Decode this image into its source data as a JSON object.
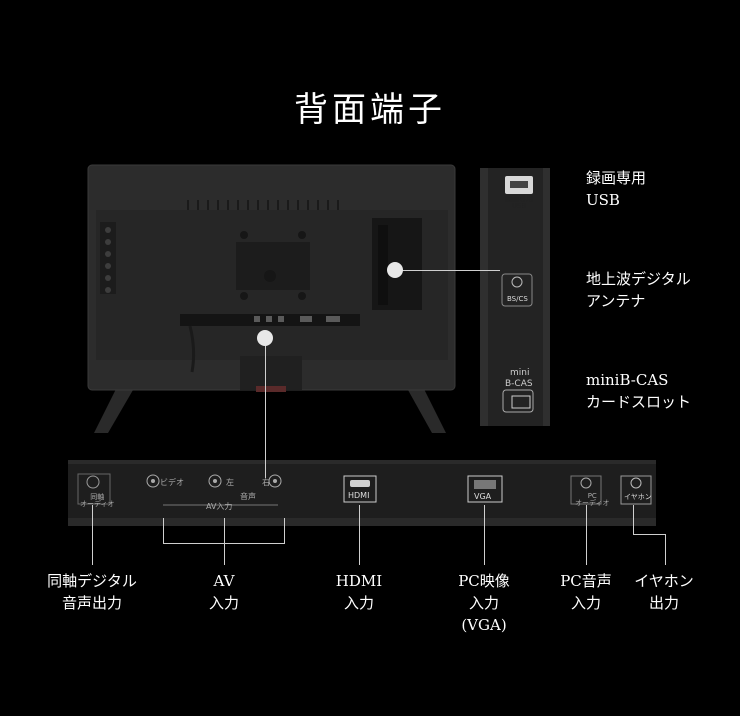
{
  "title": "背面端子",
  "side_labels": {
    "usb": "録画専用\nUSB",
    "antenna": "地上波デジタル\nアンテナ",
    "bcas": "miniB-CAS\nカードスロット"
  },
  "bottom_labels": {
    "optical": "同軸デジタル\n音声出力",
    "av": "AV\n入力",
    "hdmi": "HDMI\n入力",
    "pc_video": "PC映像\n入力\n(VGA)",
    "pc_audio": "PC音声\n入力",
    "earphone": "イヤホン\n出力"
  },
  "panel_marks": {
    "usb": "録画専用\nUSB",
    "bscs": "BS/CS",
    "mini": "mini",
    "bcas": "B-CAS",
    "optical": "同軸\nオーディオ",
    "video": "ビデオ",
    "left": "左",
    "right": "右",
    "audio": "音声",
    "av_in": "AV入力",
    "hdmi": "HDMI",
    "vga": "VGA",
    "pc": "PC\nオーディオ",
    "earphone": "イヤホン"
  }
}
